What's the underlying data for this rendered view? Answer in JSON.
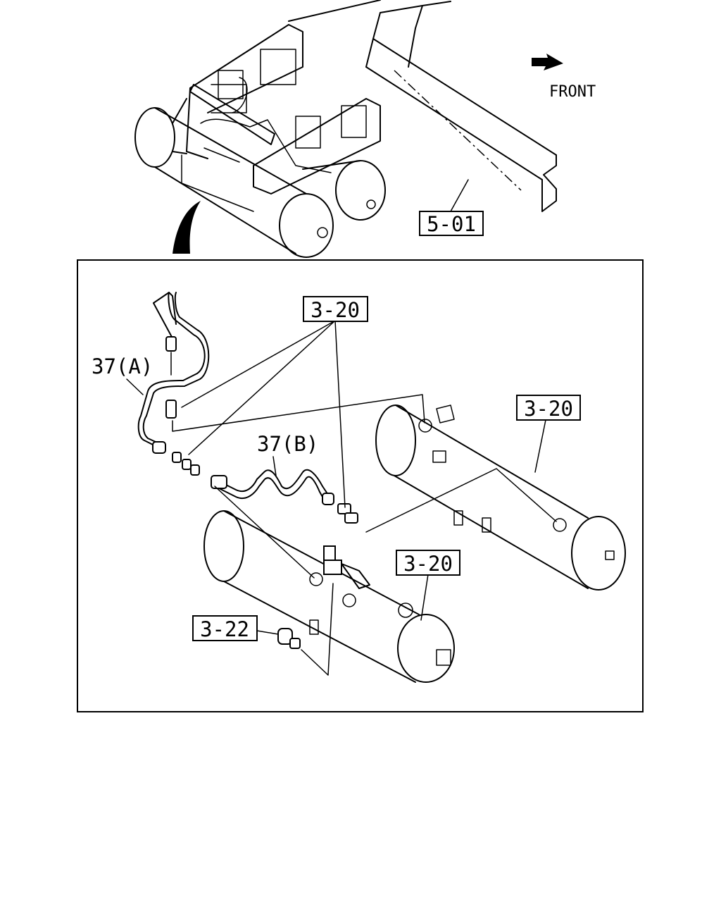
{
  "direction": {
    "label": "FRONT",
    "icon": "arrow-right-icon"
  },
  "callouts": {
    "frame": "5-01",
    "tank_top_label": "3-20",
    "tank_right_label": "3-20",
    "tank_lower_label": "3-20",
    "drain_valve_label": "3-22",
    "pipe_a_label": "37(A)",
    "pipe_b_label": "37(B)"
  }
}
